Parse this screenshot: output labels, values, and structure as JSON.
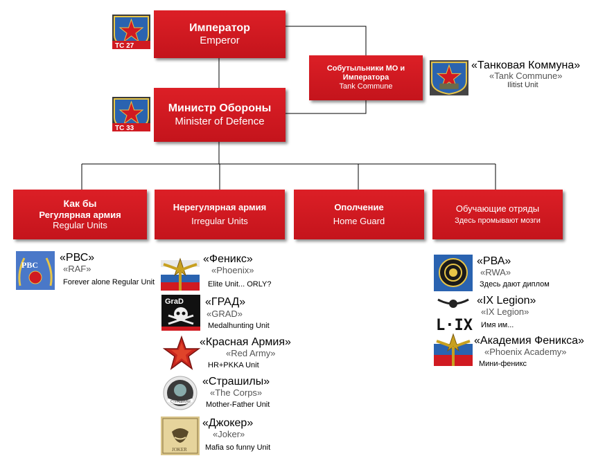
{
  "emperor": {
    "ru": "Император",
    "en": "Emperor"
  },
  "minister": {
    "ru": "Министр Обороны",
    "en": "Minister of Defence"
  },
  "companions": {
    "ru_line1": "Собутыльники МО и",
    "ru_line2": "Императора",
    "en": "Tank Commune"
  },
  "tank_commune": {
    "title": "«Танковая Коммуна»",
    "en": "«Tank Commune»",
    "desc": "Ilitist Unit"
  },
  "badges": {
    "emperor": "TC 27",
    "minister": "TC 33"
  },
  "categories": {
    "regular": {
      "line1": "Как бы",
      "line2": "Регулярная армия",
      "en": "Regular Units"
    },
    "irregular": {
      "ru": "Нерегулярная армия",
      "en": "Irregular Units"
    },
    "militia": {
      "ru": "Ополчение",
      "en": "Home Guard"
    },
    "training": {
      "ru": "Обучающие отряды",
      "en": "Здесь промывают мозги"
    }
  },
  "units": {
    "rvs": {
      "title": "«РВС»",
      "en": "«RAF»",
      "desc": "Forever alone Regular Unit",
      "logo_text": "РВС"
    },
    "phoenix": {
      "title": "«Феникс»",
      "en": "«Phoenix»",
      "desc": "Elite Unit... ORLY?"
    },
    "grad": {
      "title": "«ГРАД»",
      "en": "«GRAD»",
      "desc": "Medalhunting Unit",
      "logo_text": "GraD"
    },
    "red_army": {
      "title": "«Красная Армия»",
      "en": "«Red Army»",
      "desc": "HR+PKKA Unit"
    },
    "corps": {
      "title": "«Страшилы»",
      "en": "«The Corps»",
      "desc": "Mother-Father Unit",
      "logo_text": "СТРАШИЛЫ"
    },
    "joker": {
      "title": "«Джокер»",
      "en": "«Joker»",
      "desc": "Mafia so funny Unit",
      "logo_text": "JOKER"
    },
    "rva": {
      "title": "«РВА»",
      "en": "«RWA»",
      "desc": "Здесь дают диплом"
    },
    "ix_legion": {
      "title": "«IX Legion»",
      "en": "«IX Legion»",
      "desc": "Имя им...",
      "logo_text": "L·IX"
    },
    "academy": {
      "title": "«Академия Феникса»",
      "en": "«Phoenix Academy»",
      "desc": "Мини-феникс"
    }
  },
  "colors": {
    "box_red": "#d01a21",
    "line": "#000000",
    "badge_blue": "#2a63b0"
  }
}
